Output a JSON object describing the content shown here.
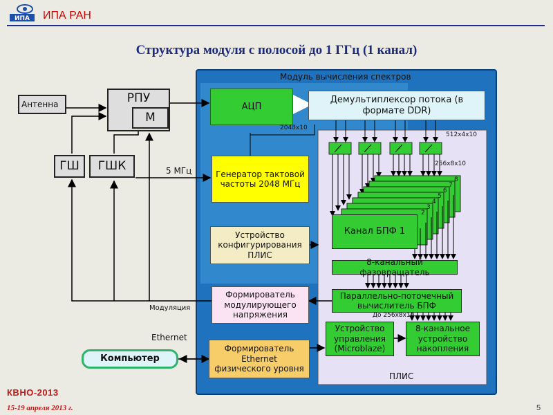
{
  "header": {
    "org": "ИПА РАН"
  },
  "title": "Структура модуля с полосой до 1 ГГц (1 канал)",
  "footer": {
    "conference": "КВНО-2013",
    "dates": "15-19 апреля 2013 г.",
    "page": "5"
  },
  "diagram": {
    "module_label": "Модуль вычисления спектров",
    "plis_label": "ПЛИС",
    "antenna": "Антенна",
    "rpu": "РПУ",
    "m": "М",
    "gsh": "ГШ",
    "gshk": "ГШК",
    "freq_5": "5 МГц",
    "modulation": "Модуляция",
    "ethernet": "Ethernet",
    "computer": "Компьютер",
    "adc": "АЦП",
    "demux": "Демультиплексор потока (в формате DDR)",
    "lbl_2048x10": "2048x10",
    "lbl_512x4x10": "512x4x10",
    "lbl_256x8x10_a": "256x8x10",
    "lbl_256x8x10_b": "До 256x8x10",
    "generator": "Генератор тактовой частоты 2048 МГц",
    "config": "Устройство конфигурирования ПЛИС",
    "modulator": "Формирователь модулирующего напряжения",
    "ether_phy": "Формирователь Ethernet физического уровня",
    "fft_channel": "Канал БПФ 1",
    "fft_numbers": [
      "2",
      "3",
      "4",
      "5",
      "6",
      "7",
      "8"
    ],
    "phase_rotator": "8-канальный фазовращатель",
    "parallel_fft": "Параллельно-поточечный вычислитель БПФ",
    "control": "Устройство управления (Microblaze)",
    "accum": "8-канальное устройство накопления"
  },
  "colors": {
    "module_bg": "#1f72bd",
    "plis_bg": "#e6e1f4",
    "green": "#33cc33",
    "yellow": "#ffff00",
    "beige": "#f3ecc4",
    "pink": "#fbe3f3",
    "orange": "#f7cd69",
    "cyan": "#dff4f8",
    "gray": "#dedede",
    "title": "#1c2a7c",
    "accent": "#c11818"
  }
}
